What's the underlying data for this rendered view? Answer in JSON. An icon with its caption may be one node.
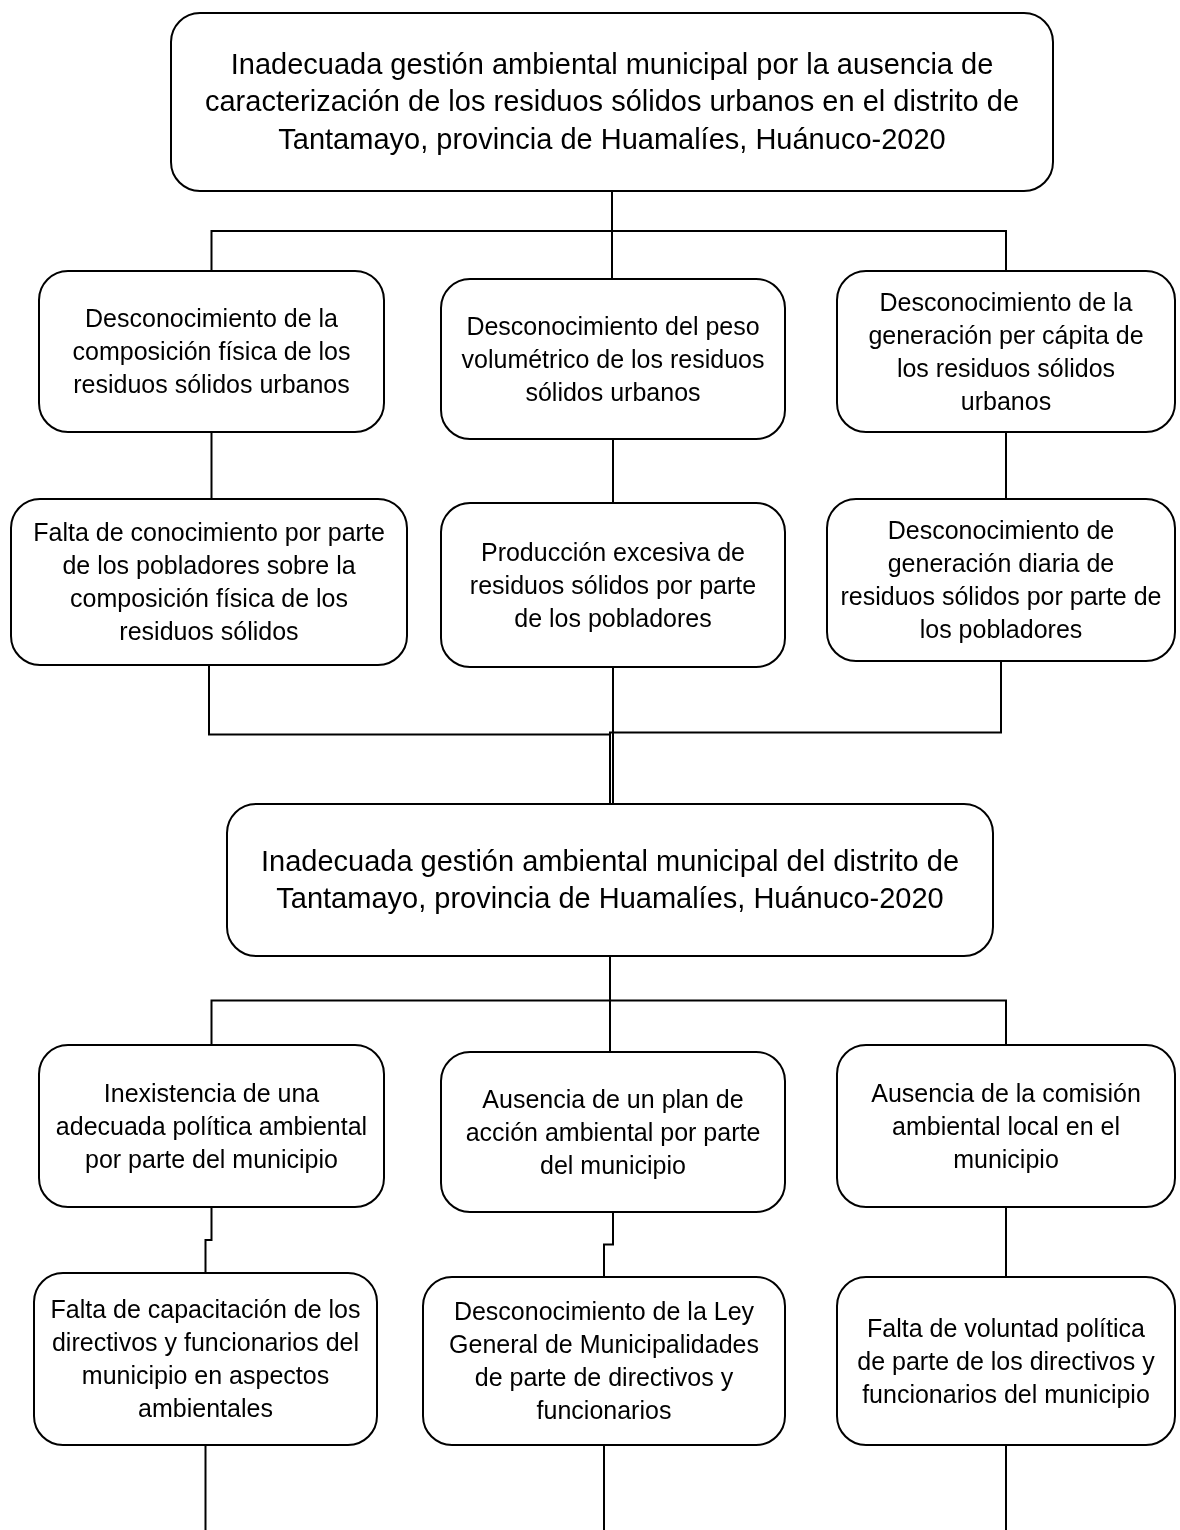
{
  "diagram": {
    "nodes": [
      {
        "text": [
          "Inadecuada gestión ambiental municipal por la ausencia de caracterización de los residuos sólidos urbanos en el distrito de Tantamayo, provincia de Huamalíes, Huánuco-2020"
        ]
      },
      {
        "text": [
          "Desconocimiento de la composición física de los residuos sólidos urbanos"
        ]
      },
      {
        "text": [
          "Desconocimiento del peso volumétrico de los residuos sólidos urbanos"
        ]
      },
      {
        "text": [
          "Desconocimiento de la generación per cápita de los residuos sólidos urbanos"
        ]
      },
      {
        "text": [
          "Falta de conocimiento por parte de los pobladores sobre la composición física de los residuos sólidos"
        ]
      },
      {
        "text": [
          "Producción excesiva de residuos sólidos por parte de los pobladores"
        ]
      },
      {
        "text": [
          "Desconocimiento de generación diaria de residuos sólidos por parte de los pobladores"
        ]
      },
      {
        "text": [
          "Inadecuada gestión ambiental municipal del distrito de Tantamayo, provincia de Huamalíes, Huánuco-2020"
        ]
      },
      {
        "text": [
          "Inexistencia de una adecuada política ambiental por parte del municipio"
        ]
      },
      {
        "text": [
          "Ausencia de un plan de acción ambiental por parte del municipio"
        ]
      },
      {
        "text": [
          "Ausencia de la comisión ambiental local en el municipio"
        ]
      },
      {
        "text": [
          "Falta de capacitación de los directivos y funcionarios del municipio en aspectos ambientales"
        ]
      },
      {
        "text": [
          "Desconocimiento de la Ley General de Municipalidades de parte de directivos y funcionarios"
        ]
      },
      {
        "text": [
          "Falta de voluntad política de parte de los directivos y funcionarios del municipio"
        ]
      }
    ],
    "edges": [
      {
        "from": 0,
        "to": 1,
        "arrow": "none"
      },
      {
        "from": 0,
        "to": 2,
        "arrow": "none"
      },
      {
        "from": 0,
        "to": 3,
        "arrow": "none"
      },
      {
        "from": 1,
        "to": 4,
        "arrow": "none"
      },
      {
        "from": 2,
        "to": 5,
        "arrow": "none"
      },
      {
        "from": 3,
        "to": 6,
        "arrow": "none"
      },
      {
        "from": 4,
        "to": 7,
        "arrow": "none"
      },
      {
        "from": 5,
        "to": 7,
        "arrow": "none"
      },
      {
        "from": 6,
        "to": 7,
        "arrow": "none"
      },
      {
        "from": 7,
        "to": 8,
        "arrow": "none"
      },
      {
        "from": 7,
        "to": 9,
        "arrow": "none"
      },
      {
        "from": 7,
        "to": 10,
        "arrow": "none"
      },
      {
        "from": 8,
        "to": 11,
        "arrow": "none"
      },
      {
        "from": 9,
        "to": 12,
        "arrow": "none"
      },
      {
        "from": 10,
        "to": 13,
        "arrow": "none"
      },
      {
        "from": 11,
        "to": null,
        "arrow": "none"
      },
      {
        "from": 12,
        "to": null,
        "arrow": "none"
      },
      {
        "from": 13,
        "to": null,
        "arrow": "none"
      }
    ]
  }
}
